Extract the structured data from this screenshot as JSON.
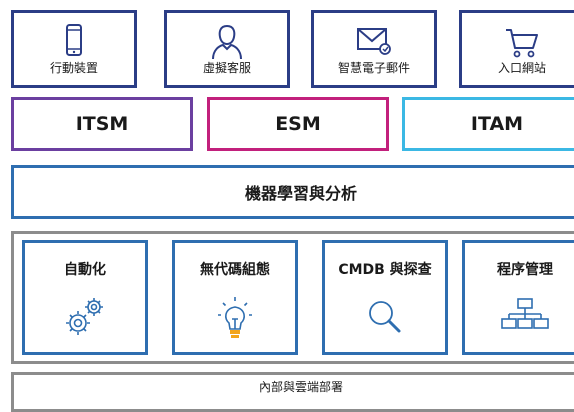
{
  "channels": {
    "items": [
      {
        "label": "行動裝置",
        "icon": "mobile-phone-icon"
      },
      {
        "label": "虛擬客服",
        "icon": "person-icon"
      },
      {
        "label": "智慧電子郵件",
        "icon": "email-icon"
      },
      {
        "label": "入口網站",
        "icon": "shopping-cart-icon"
      }
    ]
  },
  "products": {
    "items": [
      {
        "label": "ITSM",
        "color": "#6b3fa0"
      },
      {
        "label": "ESM",
        "color": "#c2207c"
      },
      {
        "label": "ITAM",
        "color": "#3bb8e4"
      }
    ]
  },
  "ml_bar": {
    "label": "機器學習與分析"
  },
  "capabilities": {
    "items": [
      {
        "label": "自動化",
        "icon": "gears-icon"
      },
      {
        "label": "無代碼組態",
        "icon": "lightbulb-icon"
      },
      {
        "label": "CMDB 與探查",
        "icon": "magnifier-icon"
      },
      {
        "label": "程序管理",
        "icon": "org-chart-icon"
      }
    ]
  },
  "deployment": {
    "label": "內部與雲端部署"
  },
  "colors": {
    "navy": "#2b3d86",
    "blue": "#2e6eb0",
    "gray": "#8c8c8c"
  }
}
